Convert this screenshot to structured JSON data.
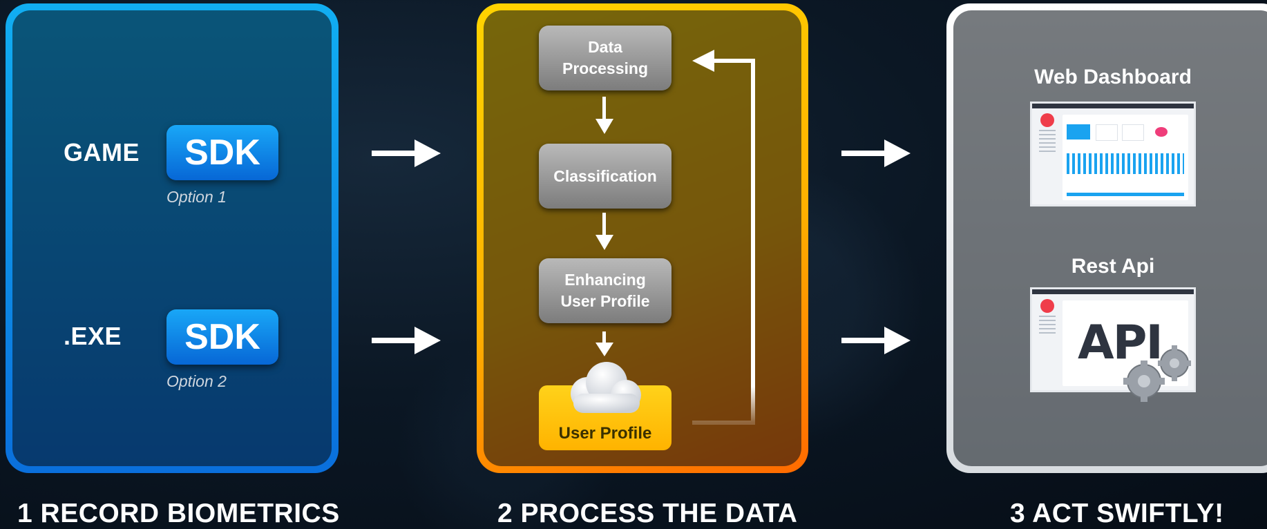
{
  "step1": {
    "row1": {
      "label": "GAME",
      "sdk": "SDK",
      "option": "Option 1"
    },
    "row2": {
      "label": ".EXE",
      "sdk": "SDK",
      "option": "Option 2"
    },
    "caption": "1 RECORD BIOMETRICS"
  },
  "step2": {
    "boxes": [
      {
        "line1": "Data",
        "line2": "Processing"
      },
      {
        "line1": "Classification",
        "line2": ""
      },
      {
        "line1": "Enhancing",
        "line2": "User Profile"
      }
    ],
    "profile": "User Profile",
    "caption": "2 PROCESS THE DATA"
  },
  "step3": {
    "dashboard_title": "Web Dashboard",
    "api_title": "Rest Api",
    "api_text": "API",
    "caption": "3 ACT SWIFTLY!"
  },
  "colors": {
    "blue": "#0a8ff0",
    "yellow": "#ffc400",
    "orange": "#ff6a00",
    "white": "#ffffff"
  },
  "icons": [
    "arrow-right-icon",
    "arrow-down-icon",
    "cloud-icon",
    "gear-icon"
  ]
}
